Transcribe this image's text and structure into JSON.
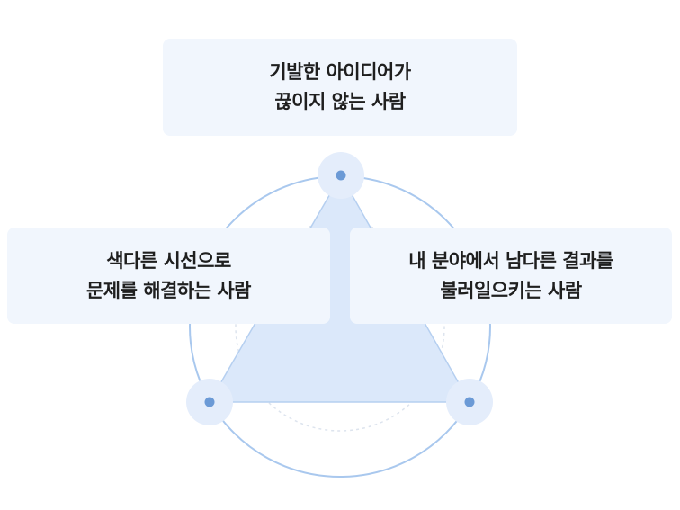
{
  "cards": {
    "top": {
      "line1": "기발한 아이디어가",
      "line2": "끊이지 않는 사람"
    },
    "left": {
      "line1": "색다른 시선으로",
      "line2": "문제를 해결하는 사람"
    },
    "right": {
      "line1": "내 분야에서 남다른 결과를",
      "line2": "불러일으키는 사람"
    }
  },
  "colors": {
    "card_bg": "#f1f6fd",
    "circle_stroke": "#a9c8ee",
    "triangle_fill": "#dbe8fa",
    "node_halo": "#e4edfb",
    "node_dot": "#6b9ad6",
    "text": "#1f1f1f"
  }
}
